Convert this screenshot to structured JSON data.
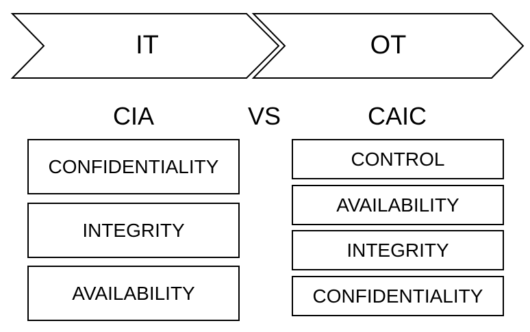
{
  "arrows": {
    "left_label": "IT",
    "right_label": "OT"
  },
  "headings": {
    "left": "CIA",
    "middle": "VS",
    "right": "CAIC"
  },
  "left_column": {
    "items": [
      "CONFIDENTIALITY",
      "INTEGRITY",
      "AVAILABILITY"
    ]
  },
  "right_column": {
    "items": [
      "CONTROL",
      "AVAILABILITY",
      "INTEGRITY",
      "CONFIDENTIALITY"
    ]
  }
}
